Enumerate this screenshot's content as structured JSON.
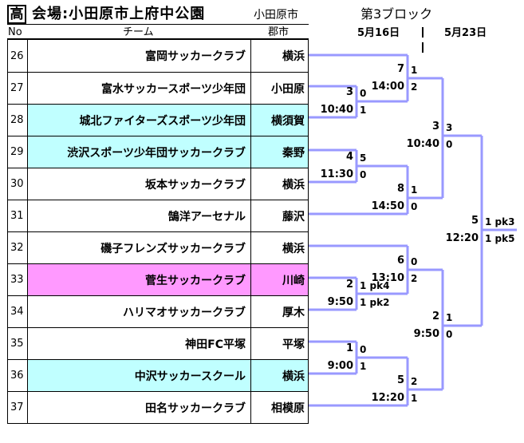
{
  "header": {
    "block_mark": "高",
    "venue": "会場:小田原市上府中公園",
    "venue_city": "小田原市",
    "col_no": "No",
    "col_team": "チーム",
    "col_city": "郡市",
    "block_title": "第3ブロック",
    "date1": "5月16日",
    "date2": "5月23日"
  },
  "colors": {
    "highlight_cyan": "#c0ffff",
    "highlight_pink": "#ff99ff",
    "bracket_line": "#9999ff"
  },
  "teams": [
    {
      "no": "26",
      "name": "富岡サッカークラブ",
      "city": "横浜",
      "bg": "none"
    },
    {
      "no": "27",
      "name": "富水サッカースポーツ少年団",
      "city": "小田原",
      "bg": "none"
    },
    {
      "no": "28",
      "name": "城北ファイターズスポーツ少年団",
      "city": "横須賀",
      "bg": "cyan"
    },
    {
      "no": "29",
      "name": "渋沢スポーツ少年団サッカークラブ",
      "city": "秦野",
      "bg": "cyan"
    },
    {
      "no": "30",
      "name": "坂本サッカークラブ",
      "city": "横浜",
      "bg": "none"
    },
    {
      "no": "31",
      "name": "鵠洋アーセナル",
      "city": "藤沢",
      "bg": "none"
    },
    {
      "no": "32",
      "name": "磯子フレンズサッカークラブ",
      "city": "横浜",
      "bg": "none"
    },
    {
      "no": "33",
      "name": "菅生サッカークラブ",
      "city": "川崎",
      "bg": "pink"
    },
    {
      "no": "34",
      "name": "ハリマオサッカークラブ",
      "city": "厚木",
      "bg": "none"
    },
    {
      "no": "35",
      "name": "神田FC平塚",
      "city": "平塚",
      "bg": "none"
    },
    {
      "no": "36",
      "name": "中沢サッカースクール",
      "city": "横浜",
      "bg": "cyan"
    },
    {
      "no": "37",
      "name": "田名サッカークラブ",
      "city": "相模原",
      "bg": "none"
    }
  ],
  "matches": [
    {
      "id": "m3",
      "match_no": "3",
      "time": "10:40",
      "score_top": "0",
      "score_bottom": "1"
    },
    {
      "id": "m7",
      "match_no": "7",
      "time": "14:00",
      "score_top": "1",
      "score_bottom": "2"
    },
    {
      "id": "m4",
      "match_no": "4",
      "time": "11:30",
      "score_top": "5",
      "score_bottom": "0"
    },
    {
      "id": "m8",
      "match_no": "8",
      "time": "14:50",
      "score_top": "1",
      "score_bottom": "0"
    },
    {
      "id": "m33",
      "match_no": "3",
      "time": "10:40",
      "score_top": "3",
      "score_bottom": "0"
    },
    {
      "id": "m6",
      "match_no": "6",
      "time": "13:10",
      "score_top": "0",
      "score_bottom": "2"
    },
    {
      "id": "m2",
      "match_no": "2",
      "time": "9:50",
      "score_top": "1 pk4",
      "score_bottom": "1 pk2"
    },
    {
      "id": "m1",
      "match_no": "1",
      "time": "9:00",
      "score_top": "0",
      "score_bottom": "1"
    },
    {
      "id": "m5",
      "match_no": "5",
      "time": "12:20",
      "score_top": "2",
      "score_bottom": "1"
    },
    {
      "id": "m22",
      "match_no": "2",
      "time": "9:50",
      "score_top": "1",
      "score_bottom": "0"
    },
    {
      "id": "mf",
      "match_no": "5",
      "time": "12:20",
      "score_top": "1 pk3",
      "score_bottom": "1 pk5"
    }
  ]
}
